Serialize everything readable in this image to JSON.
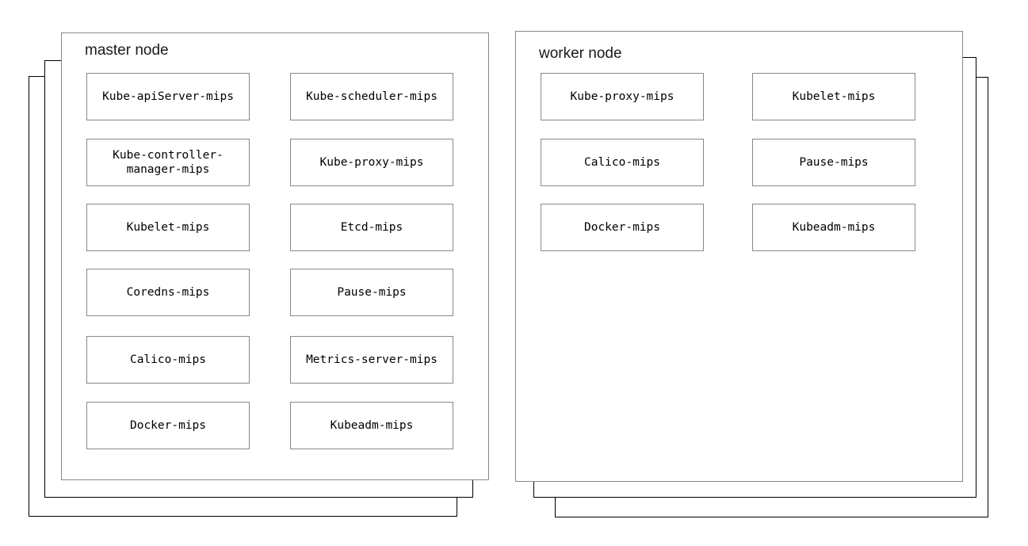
{
  "diagram": {
    "type": "kubernetes-cluster-node-layout",
    "background_color": "#ffffff",
    "stack_border_color": "#000000",
    "card_border_color": "#888888",
    "box_border_color": "#888888",
    "text_color": "#000000"
  },
  "nodes": [
    {
      "id": "master",
      "title": "master node",
      "stack_direction": "down-left",
      "stack_layers": 3,
      "columns": [
        {
          "id": "master-col-1",
          "boxes": [
            {
              "label": "Kube-apiServer-mips"
            },
            {
              "label": "Kube-controller-manager-mips"
            },
            {
              "label": "Kubelet-mips"
            },
            {
              "label": "Coredns-mips"
            },
            {
              "label": "Calico-mips"
            },
            {
              "label": "Docker-mips"
            }
          ]
        },
        {
          "id": "master-col-2",
          "boxes": [
            {
              "label": "Kube-scheduler-mips"
            },
            {
              "label": "Kube-proxy-mips"
            },
            {
              "label": "Etcd-mips"
            },
            {
              "label": "Pause-mips"
            },
            {
              "label": "Metrics-server-mips"
            },
            {
              "label": "Kubeadm-mips"
            }
          ]
        }
      ]
    },
    {
      "id": "worker",
      "title": "worker node",
      "stack_direction": "down-right",
      "stack_layers": 3,
      "columns": [
        {
          "id": "worker-col-1",
          "boxes": [
            {
              "label": "Kube-proxy-mips"
            },
            {
              "label": "Calico-mips"
            },
            {
              "label": "Docker-mips"
            }
          ]
        },
        {
          "id": "worker-col-2",
          "boxes": [
            {
              "label": "Kubelet-mips"
            },
            {
              "label": "Pause-mips"
            },
            {
              "label": "Kubeadm-mips"
            }
          ]
        }
      ]
    }
  ]
}
